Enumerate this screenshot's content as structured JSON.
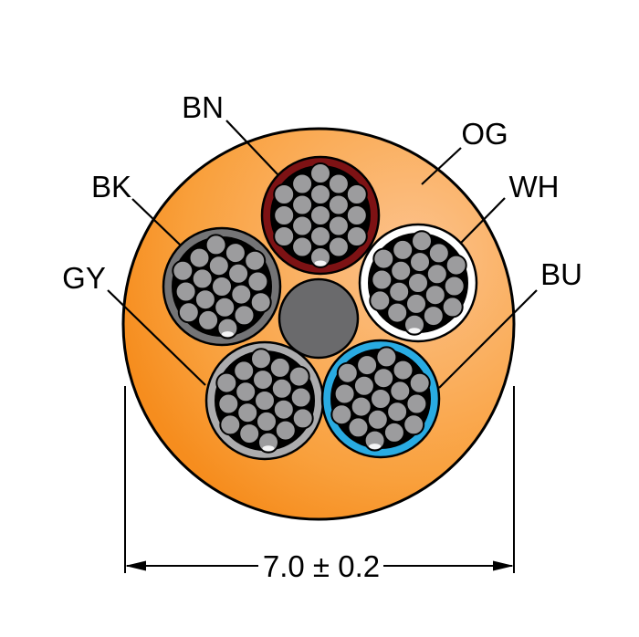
{
  "diagram": {
    "type": "cable-cross-section",
    "jacket": {
      "code": "OG",
      "gradient": [
        "#FCC28D",
        "#FAAE5C",
        "#F9A03C",
        "#F68D1E"
      ],
      "outline_color": "#000000"
    },
    "conductors": [
      {
        "code": "BN",
        "color": "#7D1214",
        "strands": 19
      },
      {
        "code": "BK",
        "color": "#747476",
        "strands": 19
      },
      {
        "code": "WH",
        "color": "#FFFFFF",
        "strands": 19
      },
      {
        "code": "GY",
        "color": "#ACACAE",
        "strands": 19
      },
      {
        "code": "BU",
        "color": "#29ABE2",
        "strands": 19
      }
    ],
    "filler": {
      "color": "#6A6A6C"
    },
    "strand_color": "#9C9C9E",
    "labels": {
      "bn": "BN",
      "bk": "BK",
      "gy": "GY",
      "og": "OG",
      "wh": "WH",
      "bu": "BU"
    },
    "dimension": {
      "text": "7.0 ± 0.2"
    }
  }
}
